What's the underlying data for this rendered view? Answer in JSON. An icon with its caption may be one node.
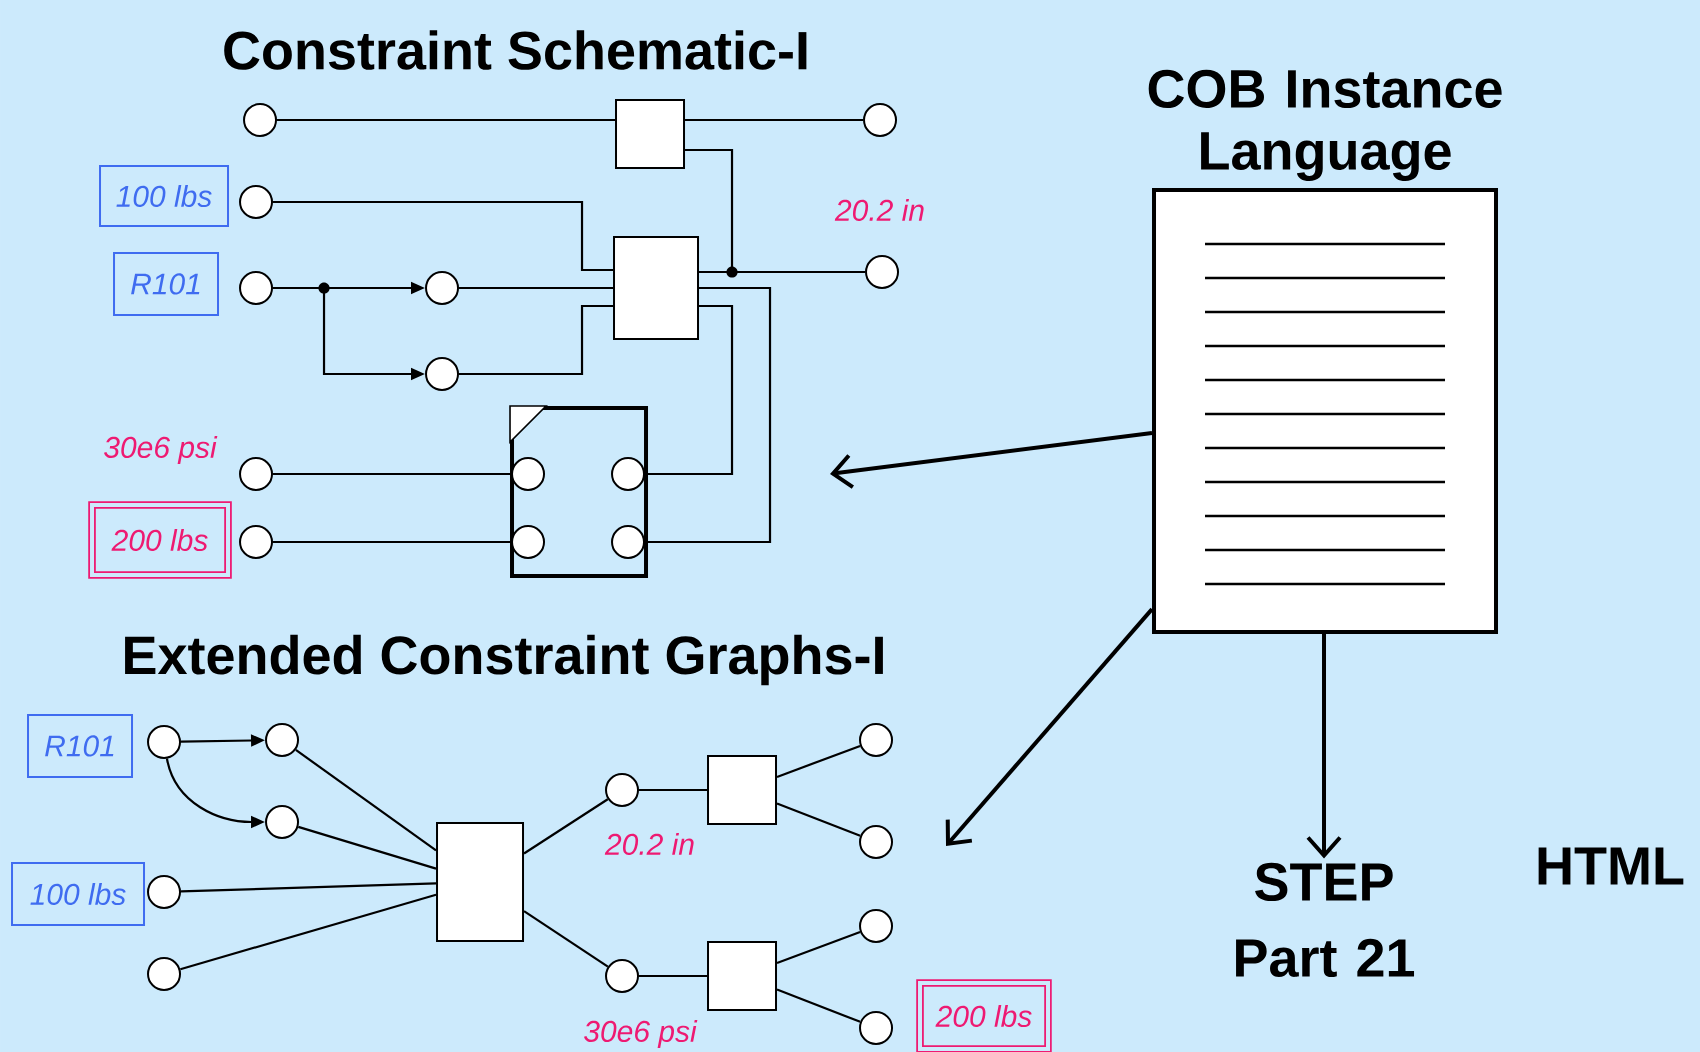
{
  "diagram": {
    "nodes": [
      {
        "text": [],
        "shape": "circle"
      },
      {
        "text": [],
        "shape": "box"
      },
      {
        "text": [],
        "shape": "circle"
      },
      {
        "text": [
          "100 lbs"
        ]
      },
      {
        "text": [],
        "shape": "circle"
      },
      {
        "text": [
          "R101"
        ]
      },
      {
        "text": [],
        "shape": "circle"
      },
      {
        "text": [],
        "shape": "circle"
      },
      {
        "text": [],
        "shape": "box"
      },
      {
        "text": [],
        "shape": "circle",
        "beside": [
          "20.2 in"
        ]
      },
      {
        "text": [],
        "shape": "circle"
      },
      {
        "text": [],
        "shape": "circle",
        "beside": [
          "30e6 psi"
        ]
      },
      {
        "text": [],
        "shape": "box"
      },
      {
        "text": [],
        "shape": "circle",
        "in": 12
      },
      {
        "text": [],
        "shape": "circle",
        "in": 12
      },
      {
        "text": [
          "200 lbs"
        ]
      },
      {
        "text": [],
        "shape": "circle"
      },
      {
        "text": [],
        "shape": "circle",
        "in": 12
      },
      {
        "text": [],
        "shape": "circle",
        "in": 12
      },
      {
        "text": [
          "COB Instance Language"
        ]
      },
      {
        "text": [
          "R101"
        ]
      },
      {
        "text": [],
        "shape": "circle"
      },
      {
        "text": [],
        "shape": "circle"
      },
      {
        "text": [],
        "shape": "circle"
      },
      {
        "text": [
          "100 lbs"
        ]
      },
      {
        "text": [],
        "shape": "circle"
      },
      {
        "text": [],
        "shape": "box"
      },
      {
        "text": [],
        "shape": "circle"
      },
      {
        "text": [],
        "shape": "circle",
        "beside": [
          "20.2 in"
        ]
      },
      {
        "text": [],
        "shape": "box"
      },
      {
        "text": [],
        "shape": "circle"
      },
      {
        "text": [],
        "shape": "circle"
      },
      {
        "text": [],
        "shape": "circle",
        "beside": [
          "30e6 psi"
        ]
      },
      {
        "text": [],
        "shape": "box"
      },
      {
        "text": [],
        "shape": "circle"
      },
      {
        "text": [],
        "shape": "circle"
      },
      {
        "text": [
          "200 lbs"
        ]
      },
      {
        "text": [
          "STEP Part 21"
        ]
      }
    ],
    "edges": [
      {
        "from": 0,
        "to": 1,
        "arrow": "none"
      },
      {
        "from": 1,
        "to": 2,
        "arrow": "none"
      },
      {
        "from": 1,
        "to": 9,
        "arrow": "none"
      },
      {
        "from": 4,
        "to": 8,
        "arrow": "none"
      },
      {
        "from": 6,
        "to": 7,
        "arrow": "to"
      },
      {
        "from": 6,
        "to": 10,
        "arrow": "to"
      },
      {
        "from": 7,
        "to": 8,
        "arrow": "none"
      },
      {
        "from": 10,
        "to": 8,
        "arrow": "none"
      },
      {
        "from": 8,
        "to": 9,
        "arrow": "none"
      },
      {
        "from": 8,
        "to": 18,
        "arrow": "none"
      },
      {
        "from": 8,
        "to": 14,
        "arrow": "none"
      },
      {
        "from": 11,
        "to": 13,
        "arrow": "none"
      },
      {
        "from": 16,
        "to": 17,
        "arrow": "none"
      },
      {
        "from": 19,
        "to": null,
        "arrow": "to"
      },
      {
        "from": 19,
        "to": null,
        "arrow": "to"
      },
      {
        "from": 19,
        "to": 37,
        "arrow": "to"
      },
      {
        "from": 21,
        "to": 22,
        "arrow": "to"
      },
      {
        "from": 21,
        "to": 23,
        "arrow": "to"
      },
      {
        "from": 22,
        "to": 26,
        "arrow": "none"
      },
      {
        "from": 23,
        "to": 26,
        "arrow": "none"
      },
      {
        "from": 25,
        "to": 26,
        "arrow": "none"
      },
      {
        "from": 27,
        "to": 26,
        "arrow": "none"
      },
      {
        "from": 26,
        "to": 28,
        "arrow": "none"
      },
      {
        "from": 26,
        "to": 32,
        "arrow": "none"
      },
      {
        "from": 28,
        "to": 29,
        "arrow": "none"
      },
      {
        "from": 29,
        "to": 30,
        "arrow": "none"
      },
      {
        "from": 29,
        "to": 31,
        "arrow": "none"
      },
      {
        "from": 32,
        "to": 33,
        "arrow": "none"
      },
      {
        "from": 33,
        "to": 34,
        "arrow": "none"
      },
      {
        "from": 33,
        "to": 35,
        "arrow": "none"
      }
    ],
    "labels": [
      "Constraint Schematic-I",
      "Extended Constraint Graphs-I",
      "HTML"
    ]
  }
}
